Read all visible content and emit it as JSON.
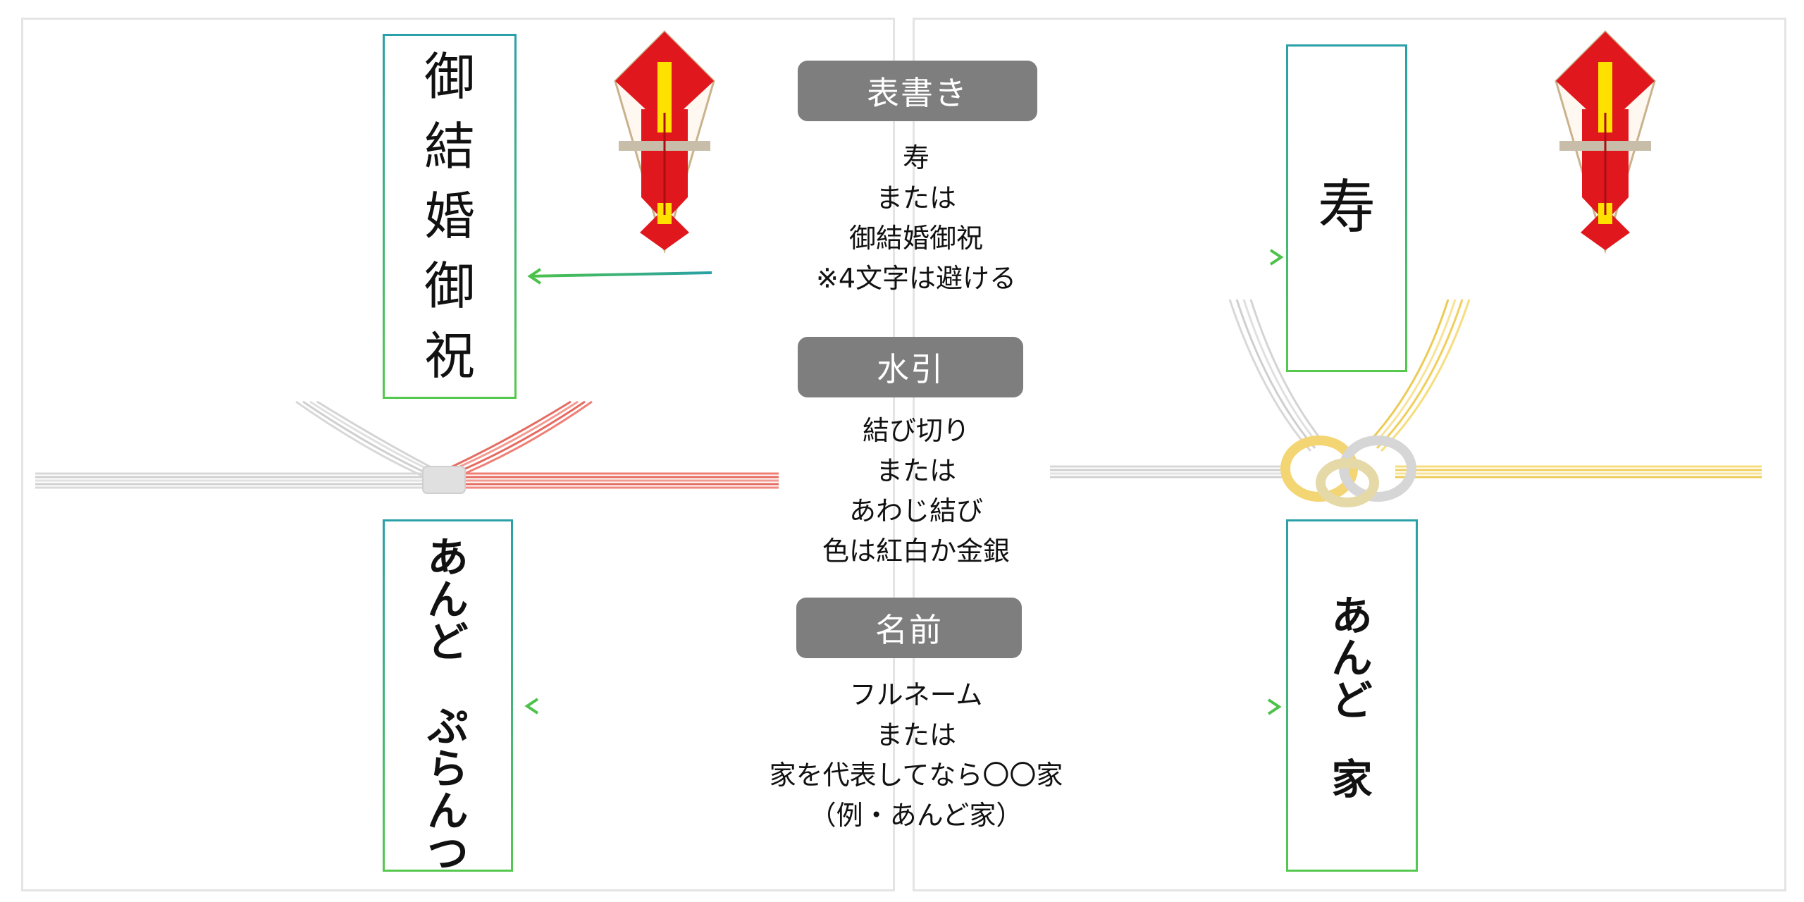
{
  "center": {
    "sections": [
      {
        "title": "表書き",
        "lines": [
          "寿",
          "または",
          "御結婚御祝",
          "※4文字は避ける"
        ]
      },
      {
        "title": "水引",
        "lines": [
          "結び切り",
          "または",
          "あわじ結び",
          "色は紅白か金銀"
        ]
      },
      {
        "title": "名前",
        "lines": [
          "フルネーム",
          "または",
          "家を代表してなら〇〇家",
          "（例・あんど家）"
        ]
      }
    ]
  },
  "left_envelope": {
    "omote": [
      "御",
      "結",
      "婚",
      "御",
      "祝"
    ],
    "name": [
      "あ",
      "ん",
      "ど",
      "",
      "ぷ",
      "ら",
      "ん",
      "つ"
    ],
    "mizuhiki_colors": [
      "#cfcfcf",
      "#e8736a"
    ]
  },
  "right_envelope": {
    "omote": [
      "寿"
    ],
    "name": [
      "あ",
      "ん",
      "ど",
      "",
      "家"
    ],
    "mizuhiki_colors": [
      "#cfcfcf",
      "#f2d36b"
    ]
  },
  "colors": {
    "pill": "#7e7e7e",
    "arrow": "#4cc24a",
    "noshi_red": "#e0181e",
    "noshi_yellow": "#ffe100"
  }
}
